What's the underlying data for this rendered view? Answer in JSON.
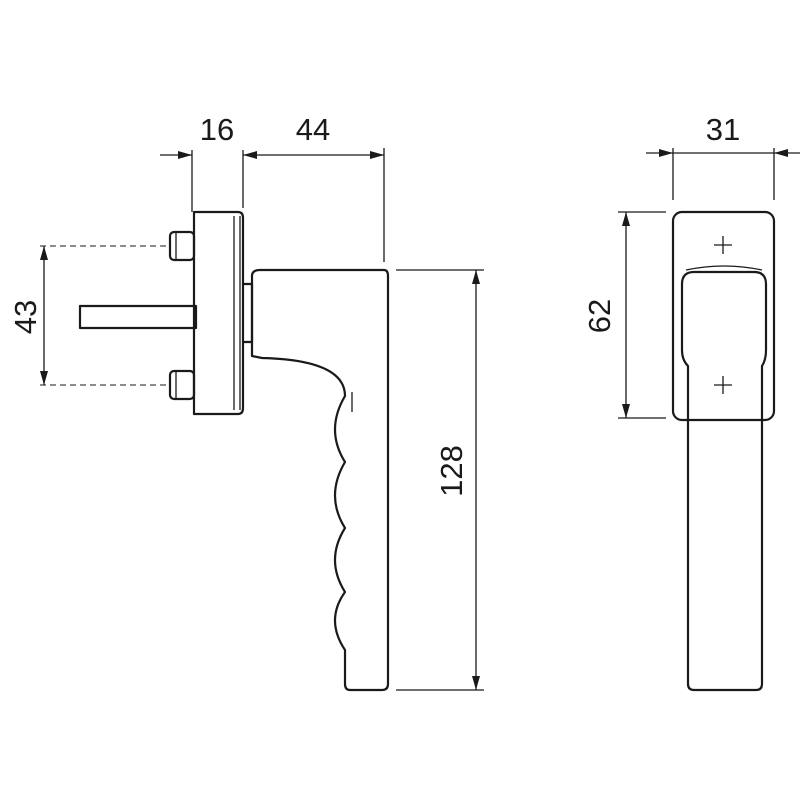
{
  "dimensions": {
    "flange_thickness": "16",
    "handle_projection": "44",
    "screw_spacing": "43",
    "handle_length": "128",
    "rose_width": "31",
    "rose_height": "62"
  },
  "colors": {
    "line": "#1a1a1a",
    "background": "#ffffff"
  }
}
